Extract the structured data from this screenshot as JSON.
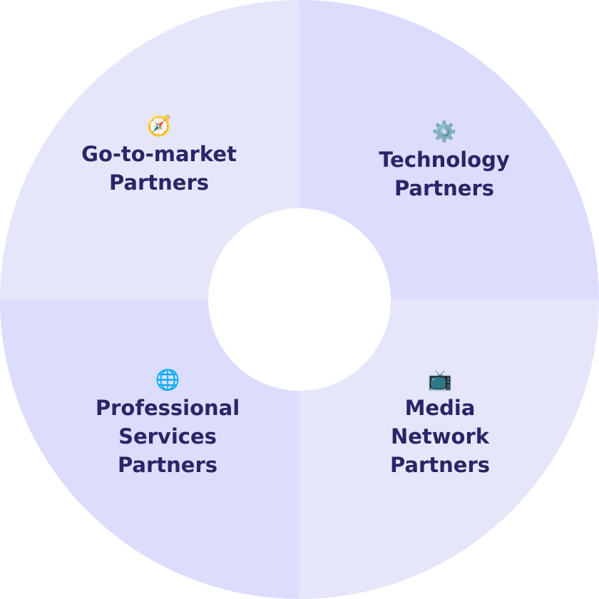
{
  "colors": {
    "segment_light": "#e6e6fa",
    "segment_dark": "#dcdcfc",
    "text": "#2b2466",
    "center": "#ffffff"
  },
  "segments": [
    {
      "id": "go-to-market",
      "icon": "compass-icon",
      "glyph": "🧭",
      "lines": [
        "Go-to-market",
        "Partners"
      ]
    },
    {
      "id": "technology",
      "icon": "gear-icon",
      "glyph": "⚙️",
      "lines": [
        "Technology",
        "Partners"
      ]
    },
    {
      "id": "professional-services",
      "icon": "globe-icon",
      "glyph": "🌐",
      "lines": [
        "Professional",
        "Services",
        "Partners"
      ]
    },
    {
      "id": "media-network",
      "icon": "television-icon",
      "glyph": "📺",
      "lines": [
        "Media",
        "Network",
        "Partners"
      ]
    }
  ]
}
